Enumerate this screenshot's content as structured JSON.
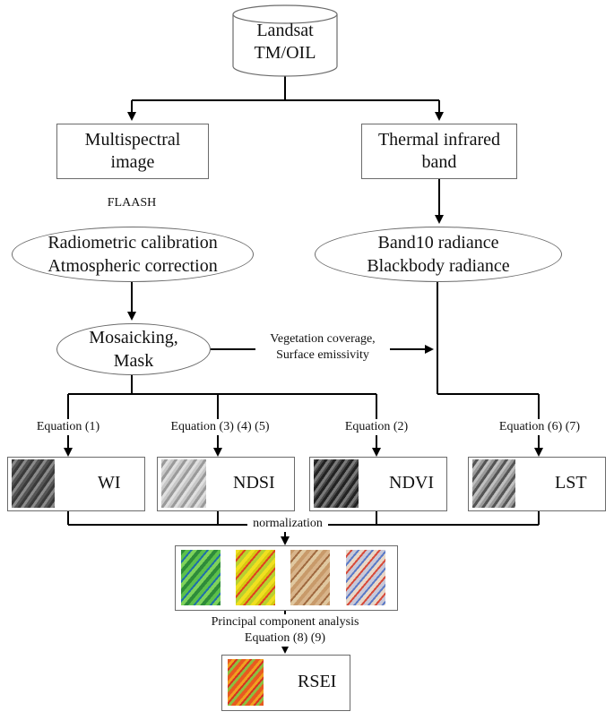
{
  "source": {
    "text": "Landsat\nTM/OIL"
  },
  "multispectral": {
    "text": "Multispectral\nimage"
  },
  "thermal": {
    "text": "Thermal infrared\nband"
  },
  "flaash": {
    "text": "FLAASH"
  },
  "radiometric": {
    "text": "Radiometric calibration\nAtmospheric correction"
  },
  "band10": {
    "text": "Band10 radiance\nBlackbody radiance"
  },
  "mosaic": {
    "text": "Mosaicking,\nMask"
  },
  "vegetation": {
    "text": "Vegetation coverage,\nSurface emissivity"
  },
  "equations": {
    "eq1": "Equation (1)",
    "eq345": "Equation (3) (4) (5)",
    "eq2": "Equation (2)",
    "eq67": "Equation (6) (7)"
  },
  "indices": {
    "wi": "WI",
    "ndsi": "NDSI",
    "ndvi": "NDVI",
    "lst": "LST"
  },
  "normalization": {
    "text": "normalization"
  },
  "pca": {
    "text": "Principal component analysis\nEquation (8) (9)"
  },
  "rsei": {
    "text": "RSEI"
  },
  "colors": {
    "line": "#000000",
    "border": "#6b6b6b"
  }
}
